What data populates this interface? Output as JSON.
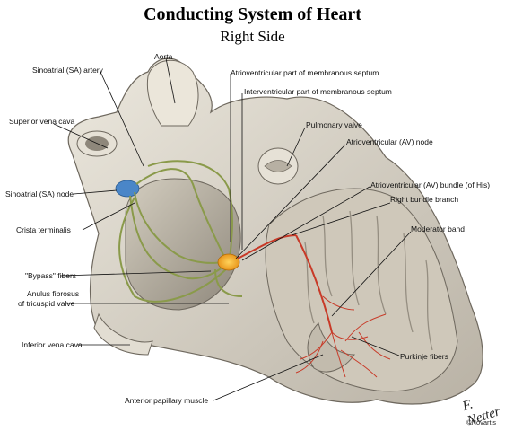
{
  "title": "Conducting System of Heart",
  "subtitle": "Right Side",
  "labels": {
    "aorta": "Aorta",
    "sa_artery": "Sinoatrial (SA) artery",
    "svc": "Superior vena cava",
    "sa_node": "Sinoatrial (SA) node",
    "crista": "Crista terminalis",
    "bypass": "\"Bypass\" fibers",
    "anulus_1": "Anulus fibrosus",
    "anulus_2": "of tricuspid valve",
    "ivc": "Inferior vena cava",
    "papillary": "Anterior papillary muscle",
    "av_membranous": "Atrioventricular part of membranous septum",
    "iv_membranous": "Interventricular part of membranous septum",
    "pulmonary_valve": "Pulmonary valve",
    "av_node": "Atrioventricular (AV) node",
    "av_bundle": "Atrioventricular (AV) bundle (of His)",
    "right_bundle": "Right bundle branch",
    "moderator": "Moderator band",
    "purkinje": "Purkinje fibers"
  },
  "logo": {
    "signature": "F. Netter",
    "text": "©Novartis"
  },
  "colors": {
    "heart_tissue": "#d9d4c8",
    "heart_shadow": "#9a9388",
    "sa_node": "#4a86c8",
    "av_node": "#f2a81d",
    "bundle_branch": "#c83a28",
    "nerve_fibers": "#8a9a4a"
  }
}
